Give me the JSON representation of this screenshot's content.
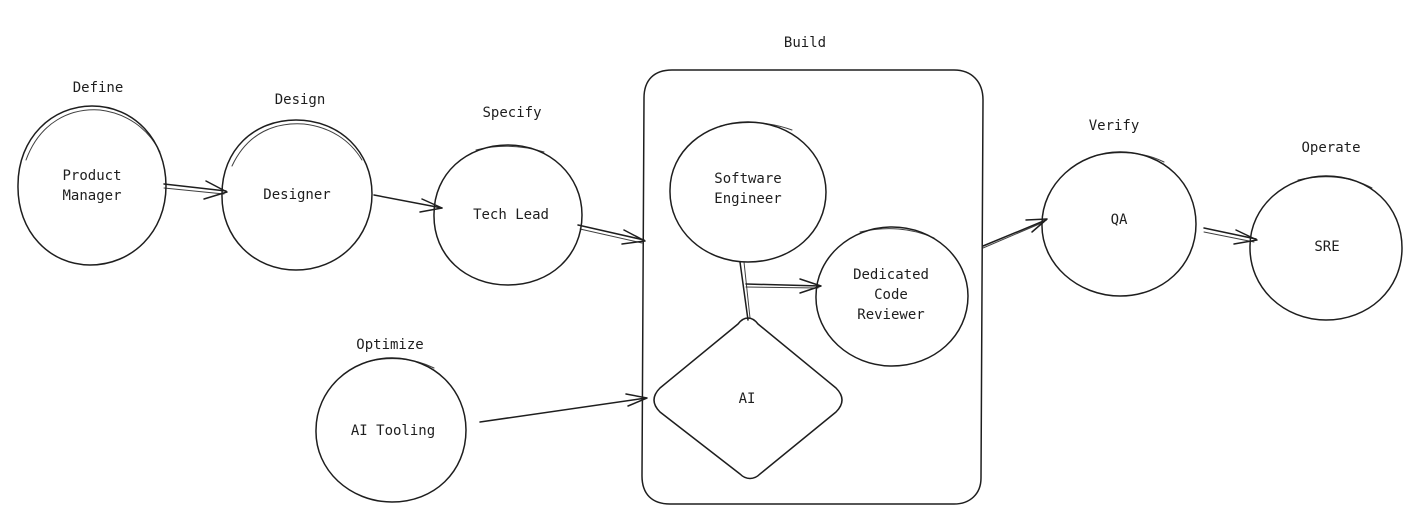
{
  "phases": {
    "define": "Define",
    "design": "Design",
    "specify": "Specify",
    "build": "Build",
    "verify": "Verify",
    "operate": "Operate",
    "optimize": "Optimize"
  },
  "nodes": {
    "product_manager": [
      "Product",
      "Manager"
    ],
    "designer": "Designer",
    "tech_lead": "Tech Lead",
    "software_engineer": [
      "Software",
      "Engineer"
    ],
    "dedicated_code_reviewer": [
      "Dedicated",
      "Code",
      "Reviewer"
    ],
    "ai": "AI",
    "qa": "QA",
    "sre": "SRE",
    "ai_tooling": "AI Tooling"
  },
  "colors": {
    "stroke": "#1e1e1e",
    "background": "#ffffff"
  }
}
